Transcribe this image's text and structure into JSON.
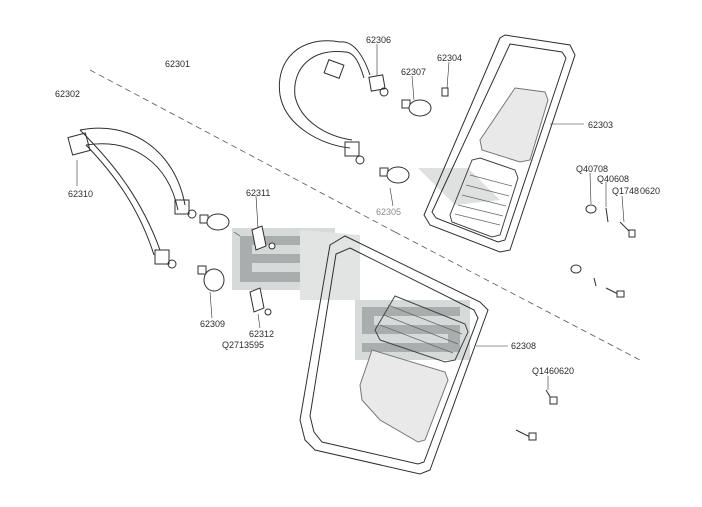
{
  "diagram": {
    "labels": {
      "p62301": "62301",
      "p62302": "62302",
      "p62303": "62303",
      "p62304": "62304",
      "p62305": "62305",
      "p62306": "62306",
      "p62307": "62307",
      "p62308": "62308",
      "p62309": "62309",
      "p62310": "62310",
      "p62311": "62311",
      "p62312": "62312",
      "pQ2713595": "Q2713595",
      "pQ40708": "Q40708",
      "pQ40608": "Q40608",
      "pQ1748": "Q1748",
      "p0620a": "0620",
      "pQ1460620": "Q1460620"
    },
    "colors": {
      "line": "#2f2f2f",
      "watermark_dark": "#8a8f90",
      "watermark_light": "#c7ccca",
      "label": "#2b2b2b"
    }
  }
}
